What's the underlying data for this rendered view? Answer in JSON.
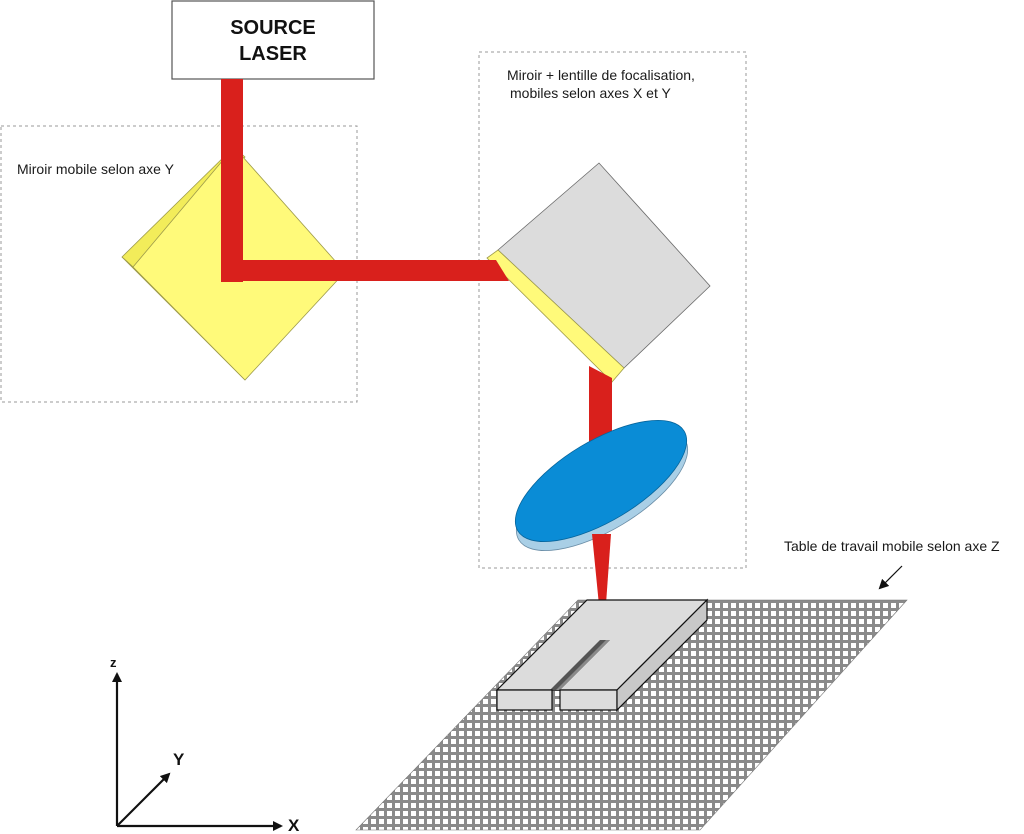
{
  "source": {
    "line1": "SOURCE",
    "line2": "LASER"
  },
  "labels": {
    "mirror_y": "Miroir mobile selon axe Y",
    "mirror_lens_line1": "Miroir + lentille de focalisation,",
    "mirror_lens_line2": "mobiles selon axes X et Y",
    "work_table": "Table de travail mobile selon axe Z"
  },
  "axes": {
    "x": "X",
    "y": "Y",
    "z": "z"
  },
  "colors": {
    "laser": "#d9201c",
    "mirror": "#fffa7a",
    "mirror_edge": "#f2ec5a",
    "grey_block": "#dcdcdc",
    "lens": "#0a8cd6",
    "lens_edge": "#a9cfe6"
  }
}
